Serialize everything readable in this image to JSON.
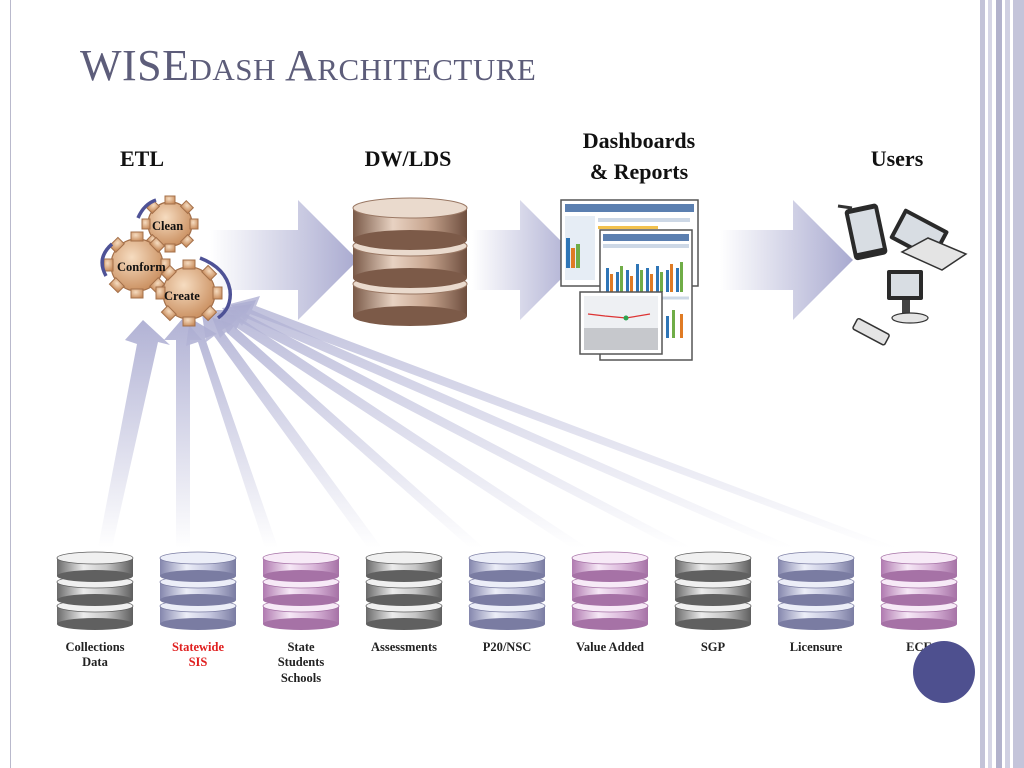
{
  "title": {
    "main": "WISE",
    "small_caps": "dash Architecture"
  },
  "stages": {
    "etl": "ETL",
    "dw": "DW/LDS",
    "dash_line1": "Dashboards",
    "dash_line2": "& Reports",
    "users": "Users"
  },
  "etl_steps": [
    "Clean",
    "Conform",
    "Create"
  ],
  "sources": [
    {
      "lines": [
        "Collections",
        "Data"
      ],
      "color": "gray"
    },
    {
      "lines": [
        "Statewide",
        "SIS"
      ],
      "color": "blue",
      "highlight": "#e02020"
    },
    {
      "lines": [
        "State",
        "Students",
        "Schools"
      ],
      "color": "pink"
    },
    {
      "lines": [
        "Assessments"
      ],
      "color": "gray"
    },
    {
      "lines": [
        "P20/NSC"
      ],
      "color": "blue"
    },
    {
      "lines": [
        "Value Added"
      ],
      "color": "pink"
    },
    {
      "lines": [
        "SGP"
      ],
      "color": "gray"
    },
    {
      "lines": [
        "Licensure"
      ],
      "color": "blue"
    },
    {
      "lines": [
        "ECE"
      ],
      "color": "pink"
    }
  ],
  "colors": {
    "title": "#5d5d7a",
    "arrow": "#a9aad0",
    "gear": "#d7a578",
    "dw_cylinder": "#a9846c",
    "accent_dot": "#4e508f",
    "highlight_text": "#e02020"
  }
}
